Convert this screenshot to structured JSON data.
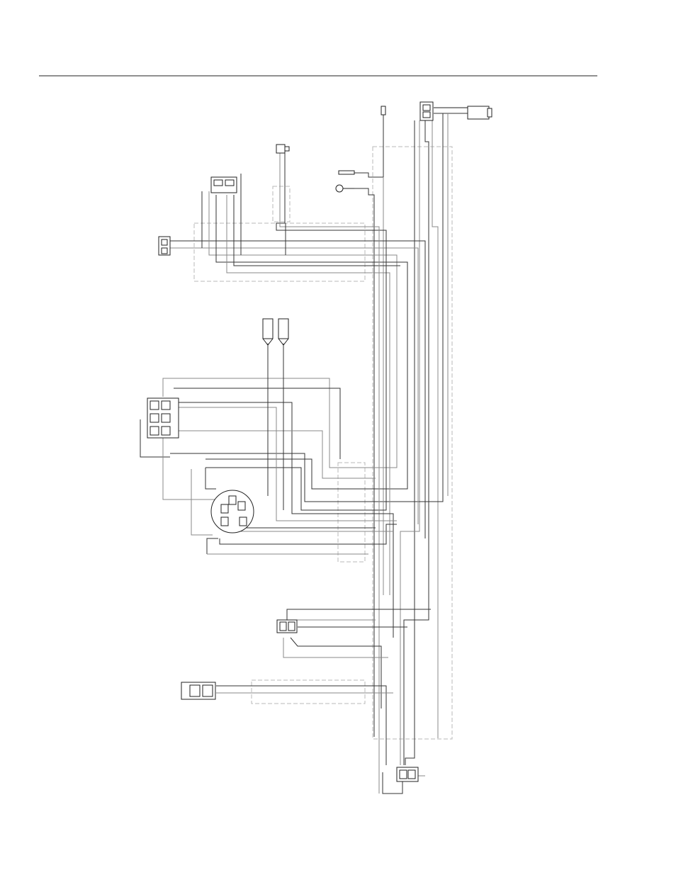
{
  "diagram": {
    "colors": {
      "rule": "#222222",
      "wire_dark": "#333333",
      "wire_light": "#8a8a8a",
      "harness_outline": "#b8b8b8",
      "connector": "#222222"
    },
    "components": [
      "header-rule-line",
      "fuse-holder-connector",
      "ring-terminal",
      "spade-terminal",
      "ignition-switch-connector",
      "seat-switch-connector",
      "hour-meter-plug",
      "left-tail-terminal",
      "right-tail-terminal",
      "six-pin-connector",
      "round-key-switch",
      "two-pin-connector-mid",
      "pto-clutch-connector",
      "bottom-two-pin-connector"
    ]
  }
}
